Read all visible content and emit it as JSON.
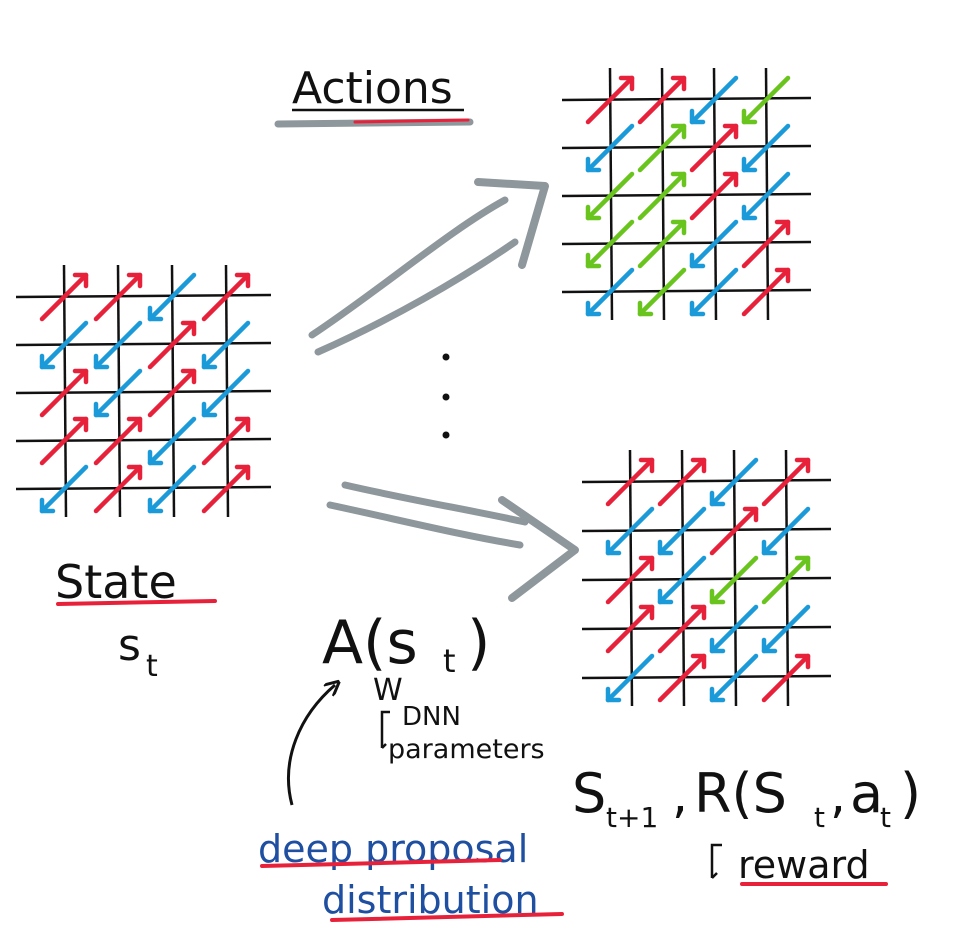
{
  "labels": {
    "actions": "Actions",
    "state": "State",
    "state_symbol": "s",
    "state_sub": "t",
    "policy": "A(s",
    "policy_sub": "t",
    "policy_close": ")",
    "weights": "W",
    "dnn": "DNN",
    "parameters": "parameters",
    "next_state": "S",
    "next_state_sub": "t+1",
    "reward_expr": "R(S",
    "reward_sub_s": "t",
    "reward_a": "a",
    "reward_sub_a": "t",
    "reward_close": ")",
    "reward": "reward",
    "deep_proposal": "deep proposal",
    "distribution": "distribution",
    "ellipsis_dots": "⋮"
  },
  "colors": {
    "red": "#e8213a",
    "blue": "#1a9ad8",
    "green": "#69c41e",
    "ink": "#111111",
    "gray": "#8e979c",
    "proposal_blue": "#1f4fa0"
  },
  "grids": {
    "state": [
      [
        "ne-red",
        "ne-red",
        "sw-blue",
        "ne-red"
      ],
      [
        "sw-blue",
        "sw-blue",
        "ne-red",
        "sw-blue"
      ],
      [
        "ne-red",
        "sw-blue",
        "ne-red",
        "sw-blue"
      ],
      [
        "ne-red",
        "ne-red",
        "sw-blue",
        "ne-red"
      ],
      [
        "sw-blue",
        "ne-red",
        "sw-blue",
        "ne-red"
      ]
    ],
    "action_top": [
      [
        "ne-red",
        "ne-red",
        "sw-blue",
        "sw-green"
      ],
      [
        "sw-blue",
        "ne-green",
        "ne-red",
        "sw-blue"
      ],
      [
        "sw-green",
        "ne-green",
        "ne-red",
        "sw-blue"
      ],
      [
        "sw-green",
        "ne-green",
        "sw-blue",
        "ne-red"
      ],
      [
        "sw-blue",
        "sw-green",
        "sw-blue",
        "ne-red"
      ]
    ],
    "action_bottom": [
      [
        "ne-red",
        "ne-red",
        "sw-blue",
        "ne-red"
      ],
      [
        "sw-blue",
        "sw-blue",
        "ne-red",
        "sw-blue"
      ],
      [
        "ne-red",
        "sw-blue",
        "sw-green",
        "ne-green"
      ],
      [
        "ne-red",
        "ne-red",
        "sw-blue",
        "sw-blue"
      ],
      [
        "sw-blue",
        "ne-red",
        "sw-blue",
        "ne-red"
      ]
    ]
  }
}
